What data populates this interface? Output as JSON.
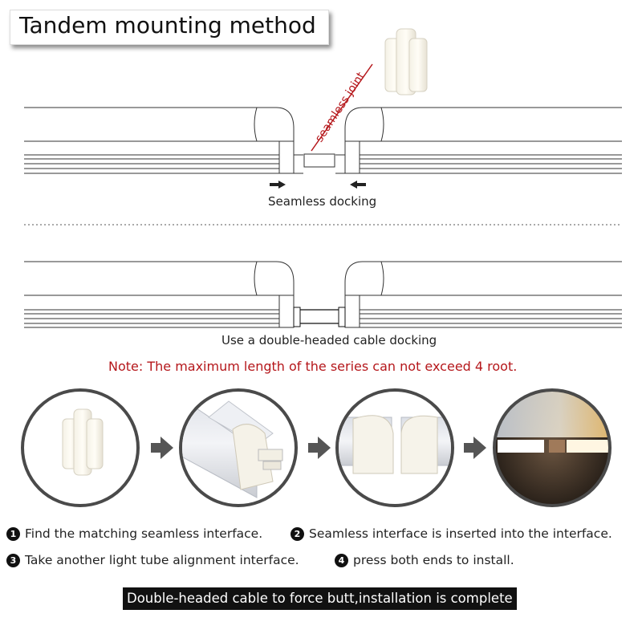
{
  "title": "Tandem mounting method",
  "diagram1": {
    "joint_label": "seamless joint",
    "caption": "Seamless docking"
  },
  "diagram2": {
    "caption": "Use a double-headed cable docking"
  },
  "note": "Note: The maximum length of the series can not exceed 4 root.",
  "steps": [
    {
      "num": "1",
      "text": "Find the matching seamless interface."
    },
    {
      "num": "2",
      "text": "Seamless interface is inserted into the interface."
    },
    {
      "num": "3",
      "text": "Take another light tube alignment interface."
    },
    {
      "num": "4",
      "text": "press both ends to install."
    }
  ],
  "banner": "Double-headed cable to force butt,installation is complete",
  "colors": {
    "accent_red": "#b5171b",
    "arrow_gray": "#555555",
    "banner_bg": "#111111"
  },
  "icons": [
    "arrow-right-icon",
    "arrow-left-icon",
    "step-arrow-icon"
  ]
}
